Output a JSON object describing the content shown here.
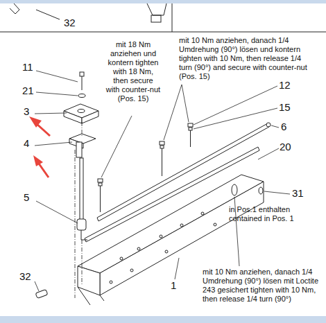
{
  "diagram": {
    "labels": [
      "32",
      "11",
      "21",
      "3",
      "4",
      "5",
      "mit 18 Nm anziehen und kontern tighten with 18 Nm, then secure with counter-nut (Pos. 15)",
      "mit 10 Nm anziehen, danach 1/4 Umdrehung (90°) lösen und kontern tighten with 10 Nm, then release 1/4 turn (90°) and secure with counter-nut (Pos. 15)",
      "12",
      "15",
      "6",
      "20",
      "31",
      "in Pos.1 enthalten contained in Pos. 1",
      "32",
      "1",
      "mit 10 Nm anziehen, danach 1/4 Umdrehung (90°) lösen mit Loctite 243 gesichert tighten with 10 Nm, then release 1/4 turn (90°)"
    ]
  }
}
